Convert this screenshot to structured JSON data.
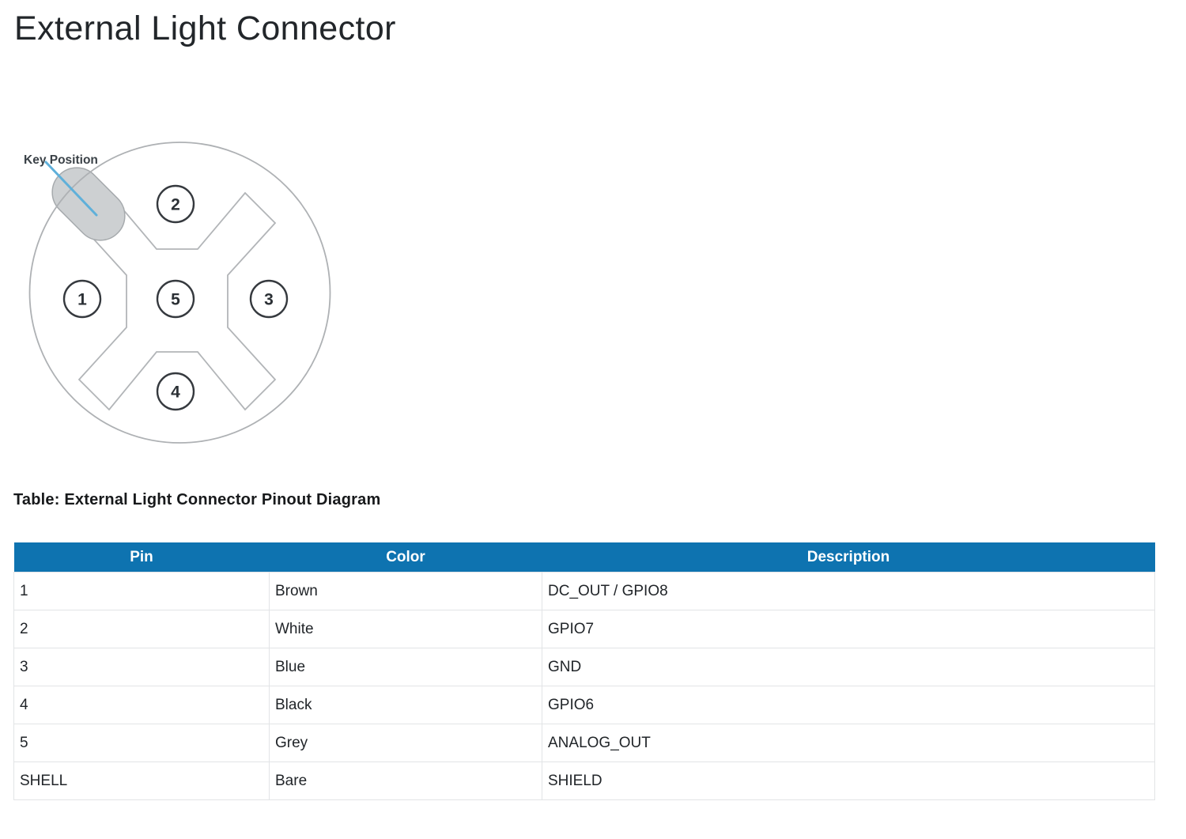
{
  "page": {
    "title": "External Light Connector",
    "background": "#ffffff"
  },
  "diagram": {
    "key_label": "Key Position",
    "pins": [
      {
        "label": "1"
      },
      {
        "label": "2"
      },
      {
        "label": "3"
      },
      {
        "label": "4"
      },
      {
        "label": "5"
      }
    ],
    "colors": {
      "outline_grey": "#aeb1b4",
      "key_fill": "#cdd0d2",
      "key_stroke": "#a6aaad",
      "pin_circle_outline": "#35393e",
      "pin_number_text": "#2b3035",
      "pointer_line_blue": "#5fb0da",
      "key_label_text": "#3a4147"
    }
  },
  "table": {
    "caption": "Table: External Light Connector Pinout Diagram",
    "columns": [
      "Pin",
      "Color",
      "Description"
    ],
    "rows": [
      {
        "pin": "1",
        "color": "Brown",
        "description": "DC_OUT / GPIO8"
      },
      {
        "pin": "2",
        "color": "White",
        "description": "GPIO7"
      },
      {
        "pin": "3",
        "color": "Blue",
        "description": "GND"
      },
      {
        "pin": "4",
        "color": "Black",
        "description": "GPIO6"
      },
      {
        "pin": "5",
        "color": "Grey",
        "description": "ANALOG_OUT"
      },
      {
        "pin": "SHELL",
        "color": "Bare",
        "description": "SHIELD"
      }
    ],
    "colors": {
      "header_bg": "#0e73b0",
      "header_text": "#ffffff",
      "cell_text": "#212529",
      "grid_line": "#e2e4e6"
    }
  }
}
